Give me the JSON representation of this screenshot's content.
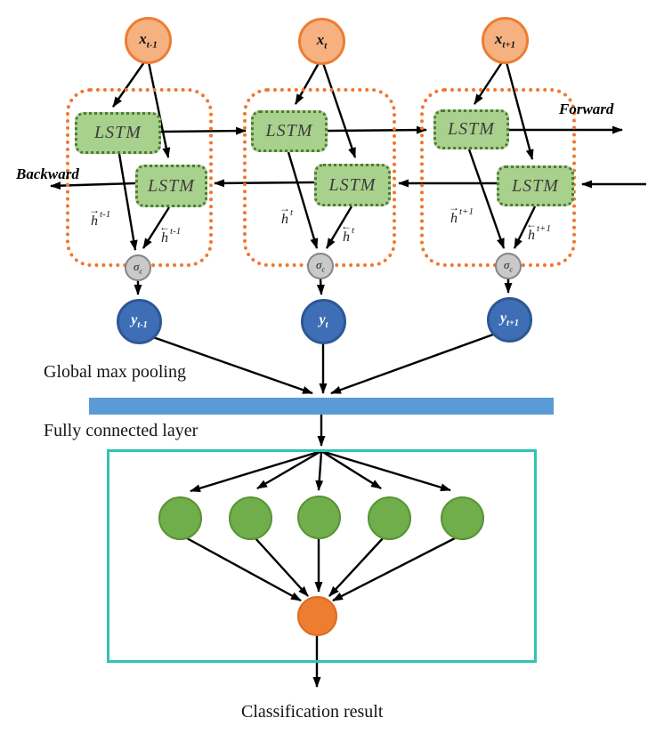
{
  "labels": {
    "forward": "Forward",
    "backward": "Backward",
    "global_max_pooling": "Global max pooling",
    "fully_connected_layer": "Fully connected layer",
    "classification_result": "Classification result"
  },
  "columns": [
    {
      "x": {
        "base": "x",
        "sub": "t-1"
      },
      "forward_lstm": "LSTM",
      "backward_lstm": "LSTM",
      "h_forward": {
        "arrow": "→",
        "base": "h",
        "sub": "t-1"
      },
      "h_backward": {
        "arrow": "←",
        "base": "h",
        "sub": "t-1"
      },
      "sigma": {
        "base": "σ",
        "sub": "c"
      },
      "y": {
        "base": "y",
        "sub": "t-1"
      }
    },
    {
      "x": {
        "base": "x",
        "sub": "t"
      },
      "forward_lstm": "LSTM",
      "backward_lstm": "LSTM",
      "h_forward": {
        "arrow": "→",
        "base": "h",
        "sub": "t"
      },
      "h_backward": {
        "arrow": "←",
        "base": "h",
        "sub": "t"
      },
      "sigma": {
        "base": "σ",
        "sub": "c"
      },
      "y": {
        "base": "y",
        "sub": "t"
      }
    },
    {
      "x": {
        "base": "x",
        "sub": "t+1"
      },
      "forward_lstm": "LSTM",
      "backward_lstm": "LSTM",
      "h_forward": {
        "arrow": "→",
        "base": "h",
        "sub": "t+1"
      },
      "h_backward": {
        "arrow": "←",
        "base": "h",
        "sub": "t+1"
      },
      "sigma": {
        "base": "σ",
        "sub": "c"
      },
      "y": {
        "base": "y",
        "sub": "t+1"
      }
    }
  ],
  "colors": {
    "input_node_fill": "#f6b180",
    "input_node_border": "#ed7d31",
    "cell_container_border": "#f0772c",
    "lstm_fill": "#a9d18e",
    "lstm_border": "#4f7b33",
    "sigma_fill": "#c9c9c9",
    "sigma_border": "#858585",
    "output_node_fill": "#3e6eb5",
    "output_node_border": "#2d5795",
    "pooling_bar": "#5b9bd5",
    "fc_box_border": "#30c3b2",
    "hidden_node_fill": "#6fae4a",
    "hidden_node_border": "#599334",
    "result_node_fill": "#ed7d31",
    "result_node_border": "#db6b20",
    "arrow": "#000000"
  }
}
